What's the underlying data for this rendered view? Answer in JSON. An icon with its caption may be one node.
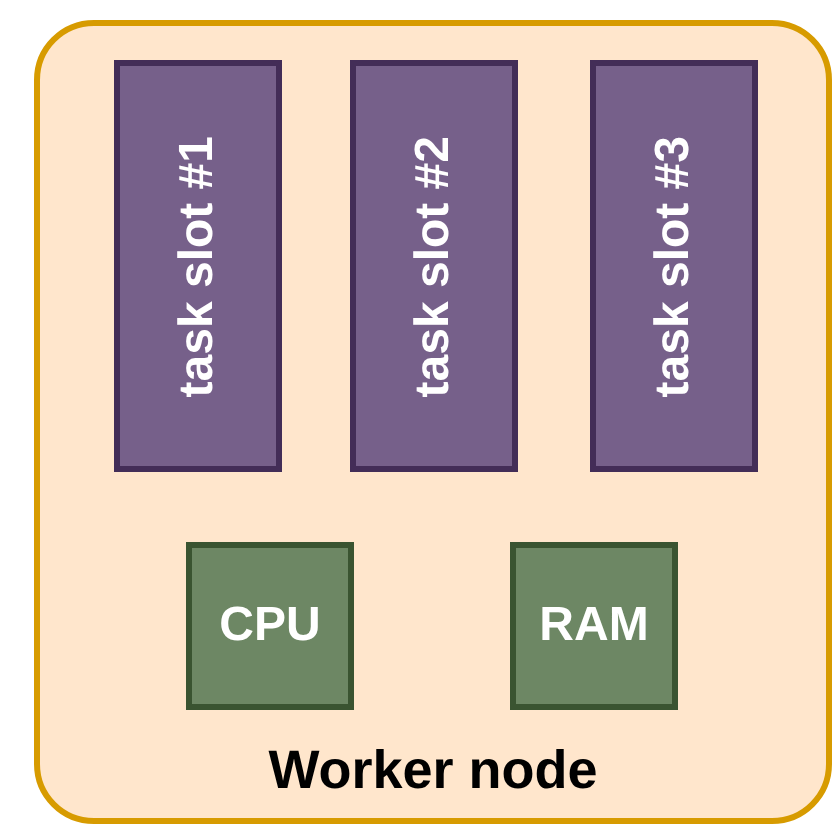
{
  "diagram": {
    "nodes": [
      {
        "text": [
          "Worker node"
        ]
      },
      {
        "text": [
          "task slot #1"
        ],
        "in": 0
      },
      {
        "text": [
          "task slot #2"
        ],
        "in": 0
      },
      {
        "text": [
          "task slot #3"
        ],
        "in": 0
      },
      {
        "text": [
          "CPU"
        ],
        "in": 0
      },
      {
        "text": [
          "RAM"
        ],
        "in": 0
      }
    ]
  }
}
